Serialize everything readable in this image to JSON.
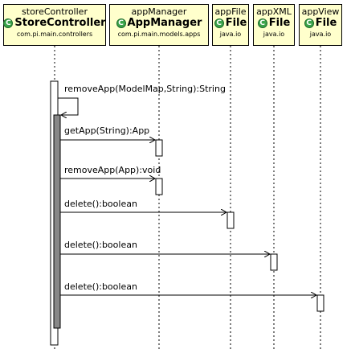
{
  "participants": [
    {
      "instance": "storeController",
      "class": "StoreController",
      "package": "com.pi.main.controllers",
      "icon": "class-icon"
    },
    {
      "instance": "appManager",
      "class": "AppManager",
      "package": "com.pi.main.models.apps",
      "icon": "class-icon"
    },
    {
      "instance": "appFile",
      "class": "File",
      "package": "java.io",
      "icon": "class-icon"
    },
    {
      "instance": "appXML",
      "class": "File",
      "package": "java.io",
      "icon": "class-icon"
    },
    {
      "instance": "appView",
      "class": "File",
      "package": "java.io",
      "icon": "class-icon"
    }
  ],
  "messages": [
    {
      "label": "removeApp(ModelMap,String):String",
      "from": "storeController",
      "to": "storeController"
    },
    {
      "label": "getApp(String):App",
      "from": "storeController",
      "to": "appManager"
    },
    {
      "label": "removeApp(App):void",
      "from": "storeController",
      "to": "appManager"
    },
    {
      "label": "delete():boolean",
      "from": "storeController",
      "to": "appFile"
    },
    {
      "label": "delete():boolean",
      "from": "storeController",
      "to": "appXML"
    },
    {
      "label": "delete():boolean",
      "from": "storeController",
      "to": "appView"
    }
  ],
  "icon_glyph": "C",
  "colors": {
    "header_bg": "#ffffcc",
    "class_icon": "#3aa34a",
    "activation_dark": "#888888"
  }
}
